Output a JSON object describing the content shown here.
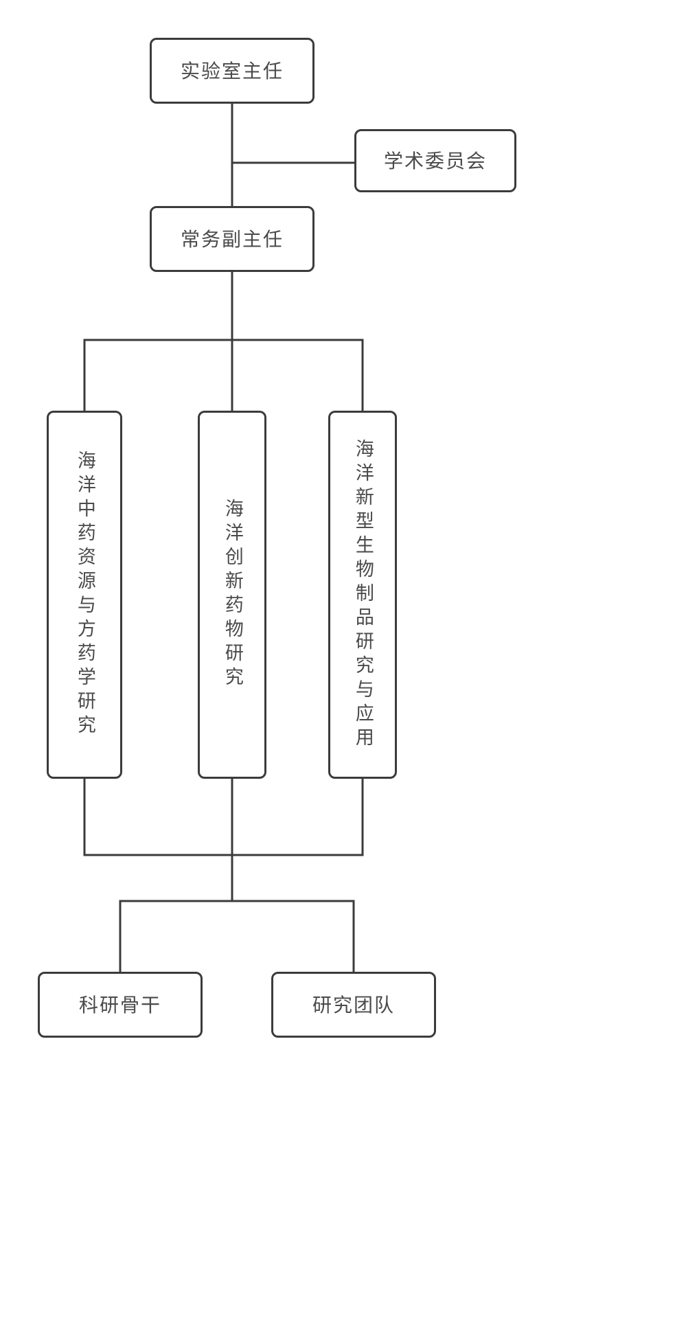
{
  "chart": {
    "type": "org-chart",
    "title": "",
    "background_color": "#ffffff",
    "line_color": "#3b3b3b",
    "text_color": "#4a4a4a"
  },
  "nodes": {
    "director": {
      "label": "实验室主任",
      "orientation": "horizontal"
    },
    "committee": {
      "label": "学术委员会",
      "orientation": "horizontal"
    },
    "deputy_director": {
      "label": "常务副主任",
      "orientation": "horizontal"
    },
    "division_1": {
      "label": "海洋中药资源与方药学研究",
      "orientation": "vertical"
    },
    "division_2": {
      "label": "海洋创新药物研究",
      "orientation": "vertical"
    },
    "division_3": {
      "label": "海洋新型生物制品研究与应用",
      "orientation": "vertical"
    },
    "backbone": {
      "label": "科研骨干",
      "orientation": "horizontal"
    },
    "team": {
      "label": "研究团队",
      "orientation": "horizontal"
    }
  },
  "edges": [
    {
      "from": "director",
      "to": "committee",
      "style": "elbow"
    },
    {
      "from": "director",
      "to": "deputy_director",
      "style": "straight"
    },
    {
      "from": "deputy_director",
      "to": "division_1",
      "style": "elbow"
    },
    {
      "from": "deputy_director",
      "to": "division_2",
      "style": "straight"
    },
    {
      "from": "deputy_director",
      "to": "division_3",
      "style": "elbow"
    },
    {
      "from": "division_1",
      "to": "backbone",
      "style": "elbow"
    },
    {
      "from": "division_2",
      "to": "backbone",
      "style": "elbow"
    },
    {
      "from": "division_3",
      "to": "team",
      "style": "elbow"
    },
    {
      "from": "division_1",
      "to": "team",
      "style": "elbow"
    }
  ]
}
